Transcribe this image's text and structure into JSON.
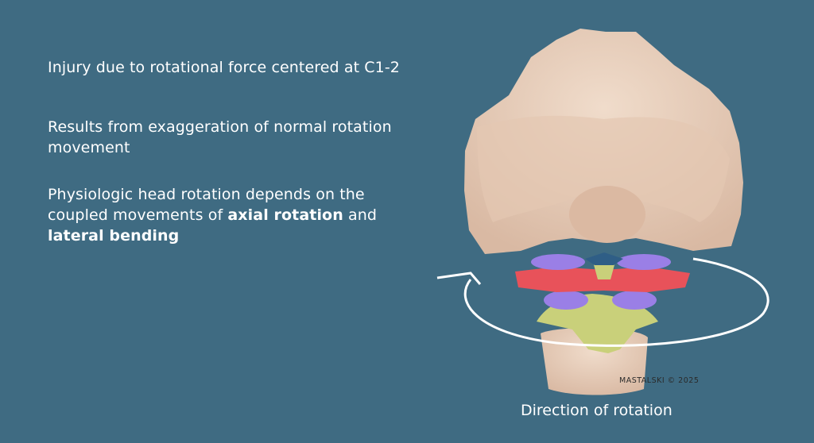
{
  "slide": {
    "line1": "Injury due to rotational force centered at C1-2",
    "line2": "Results from exaggeration of normal rotation movement",
    "line3_part1": "Physiologic head rotation depends on the coupled movements of ",
    "line3_bold1": "axial rotation",
    "line3_part2": " and ",
    "line3_bold2": "lateral bending"
  },
  "illustration": {
    "caption": "Direction of rotation",
    "signature": "MASTALSKI © 2025",
    "colors": {
      "background": "#3f6b82",
      "bone": "#e6cdb9",
      "ligament_purple": "#9a7fe6",
      "atlas_red": "#e8525a",
      "axis_yellow": "#c9d07a",
      "arrow": "#ffffff"
    }
  }
}
